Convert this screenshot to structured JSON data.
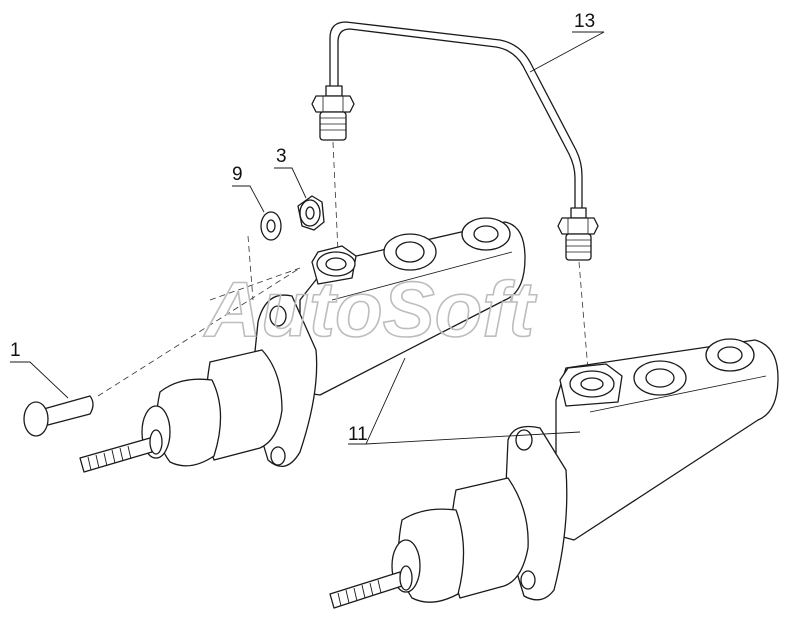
{
  "diagram": {
    "watermark": "AutoSoft",
    "callouts": [
      {
        "id": "label-1",
        "text": "1"
      },
      {
        "id": "label-9",
        "text": "9"
      },
      {
        "id": "label-3",
        "text": "3"
      },
      {
        "id": "label-13",
        "text": "13"
      },
      {
        "id": "label-11",
        "text": "11"
      }
    ]
  }
}
